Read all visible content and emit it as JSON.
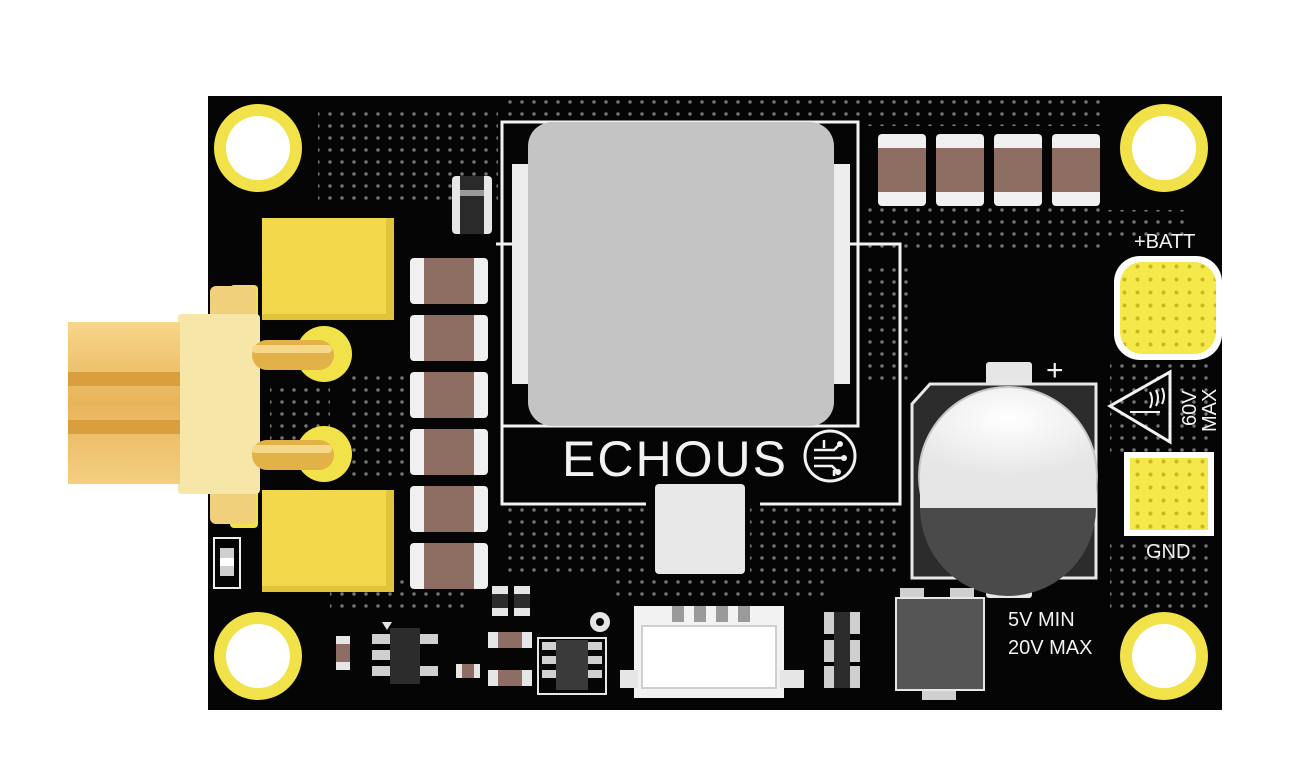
{
  "board": {
    "brand": "ECHOUS",
    "labels": {
      "batt_pos": "+BATT",
      "gnd": "GND",
      "voltage_max": "60V",
      "max_word": "MAX",
      "min_input": "5V MIN",
      "max_input": "20V MAX",
      "cap_polarity": "+"
    }
  },
  "colors": {
    "pcb": "#050505",
    "pad_gold": "#f2e24a",
    "connector_gold": "#f0c45c",
    "inductor": "#c4c4c4",
    "capacitor": "#8e6e62",
    "silkscreen": "#f2f2f2"
  },
  "icons": {
    "logo": "circuit-circle-icon",
    "warning": "hot-surface-warning-icon"
  }
}
